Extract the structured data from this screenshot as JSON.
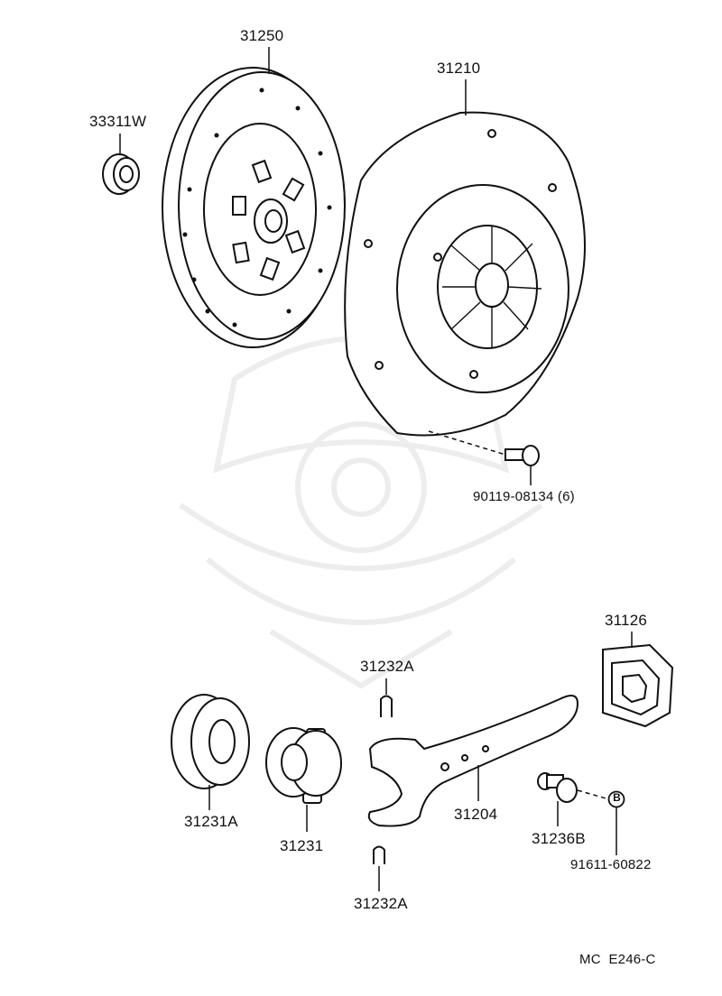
{
  "diagram": {
    "parts": {
      "p31250": "31250",
      "p33311W": "33311W",
      "p31210": "31210",
      "p90119": "90119-08134 (6)",
      "p31126": "31126",
      "p31232A_top": "31232A",
      "p31231A": "31231A",
      "p31231": "31231",
      "p31204": "31204",
      "p31236B": "31236B",
      "p91611": "91611-60822",
      "p31232A_bottom": "31232A"
    },
    "ref_marker": "B",
    "footer_code": "MC  E246-C"
  }
}
